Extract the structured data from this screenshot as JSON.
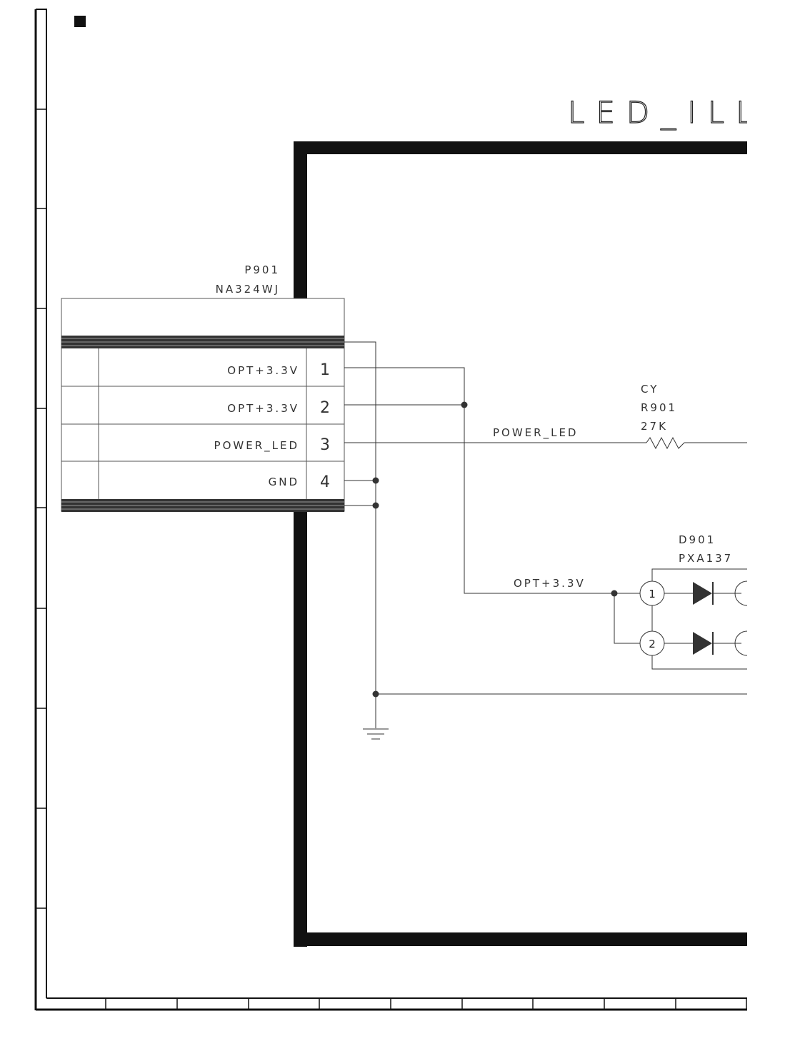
{
  "diagram": {
    "title": "LED_ILL",
    "connector": {
      "ref": "P901",
      "part": "NA324WJ",
      "pins": [
        {
          "label": "OPT+3.3V",
          "number": "1"
        },
        {
          "label": "OPT+3.3V",
          "number": "2"
        },
        {
          "label": "POWER_LED",
          "number": "3"
        },
        {
          "label": "GND",
          "number": "4"
        }
      ]
    },
    "nets": {
      "power_led": "POWER_LED",
      "opt_33v": "OPT+3.3V"
    },
    "resistor": {
      "prefix": "CY",
      "ref": "R901",
      "value": "27K"
    },
    "led": {
      "ref": "D901",
      "part": "PXA137",
      "pins": [
        "1",
        "2"
      ]
    }
  }
}
